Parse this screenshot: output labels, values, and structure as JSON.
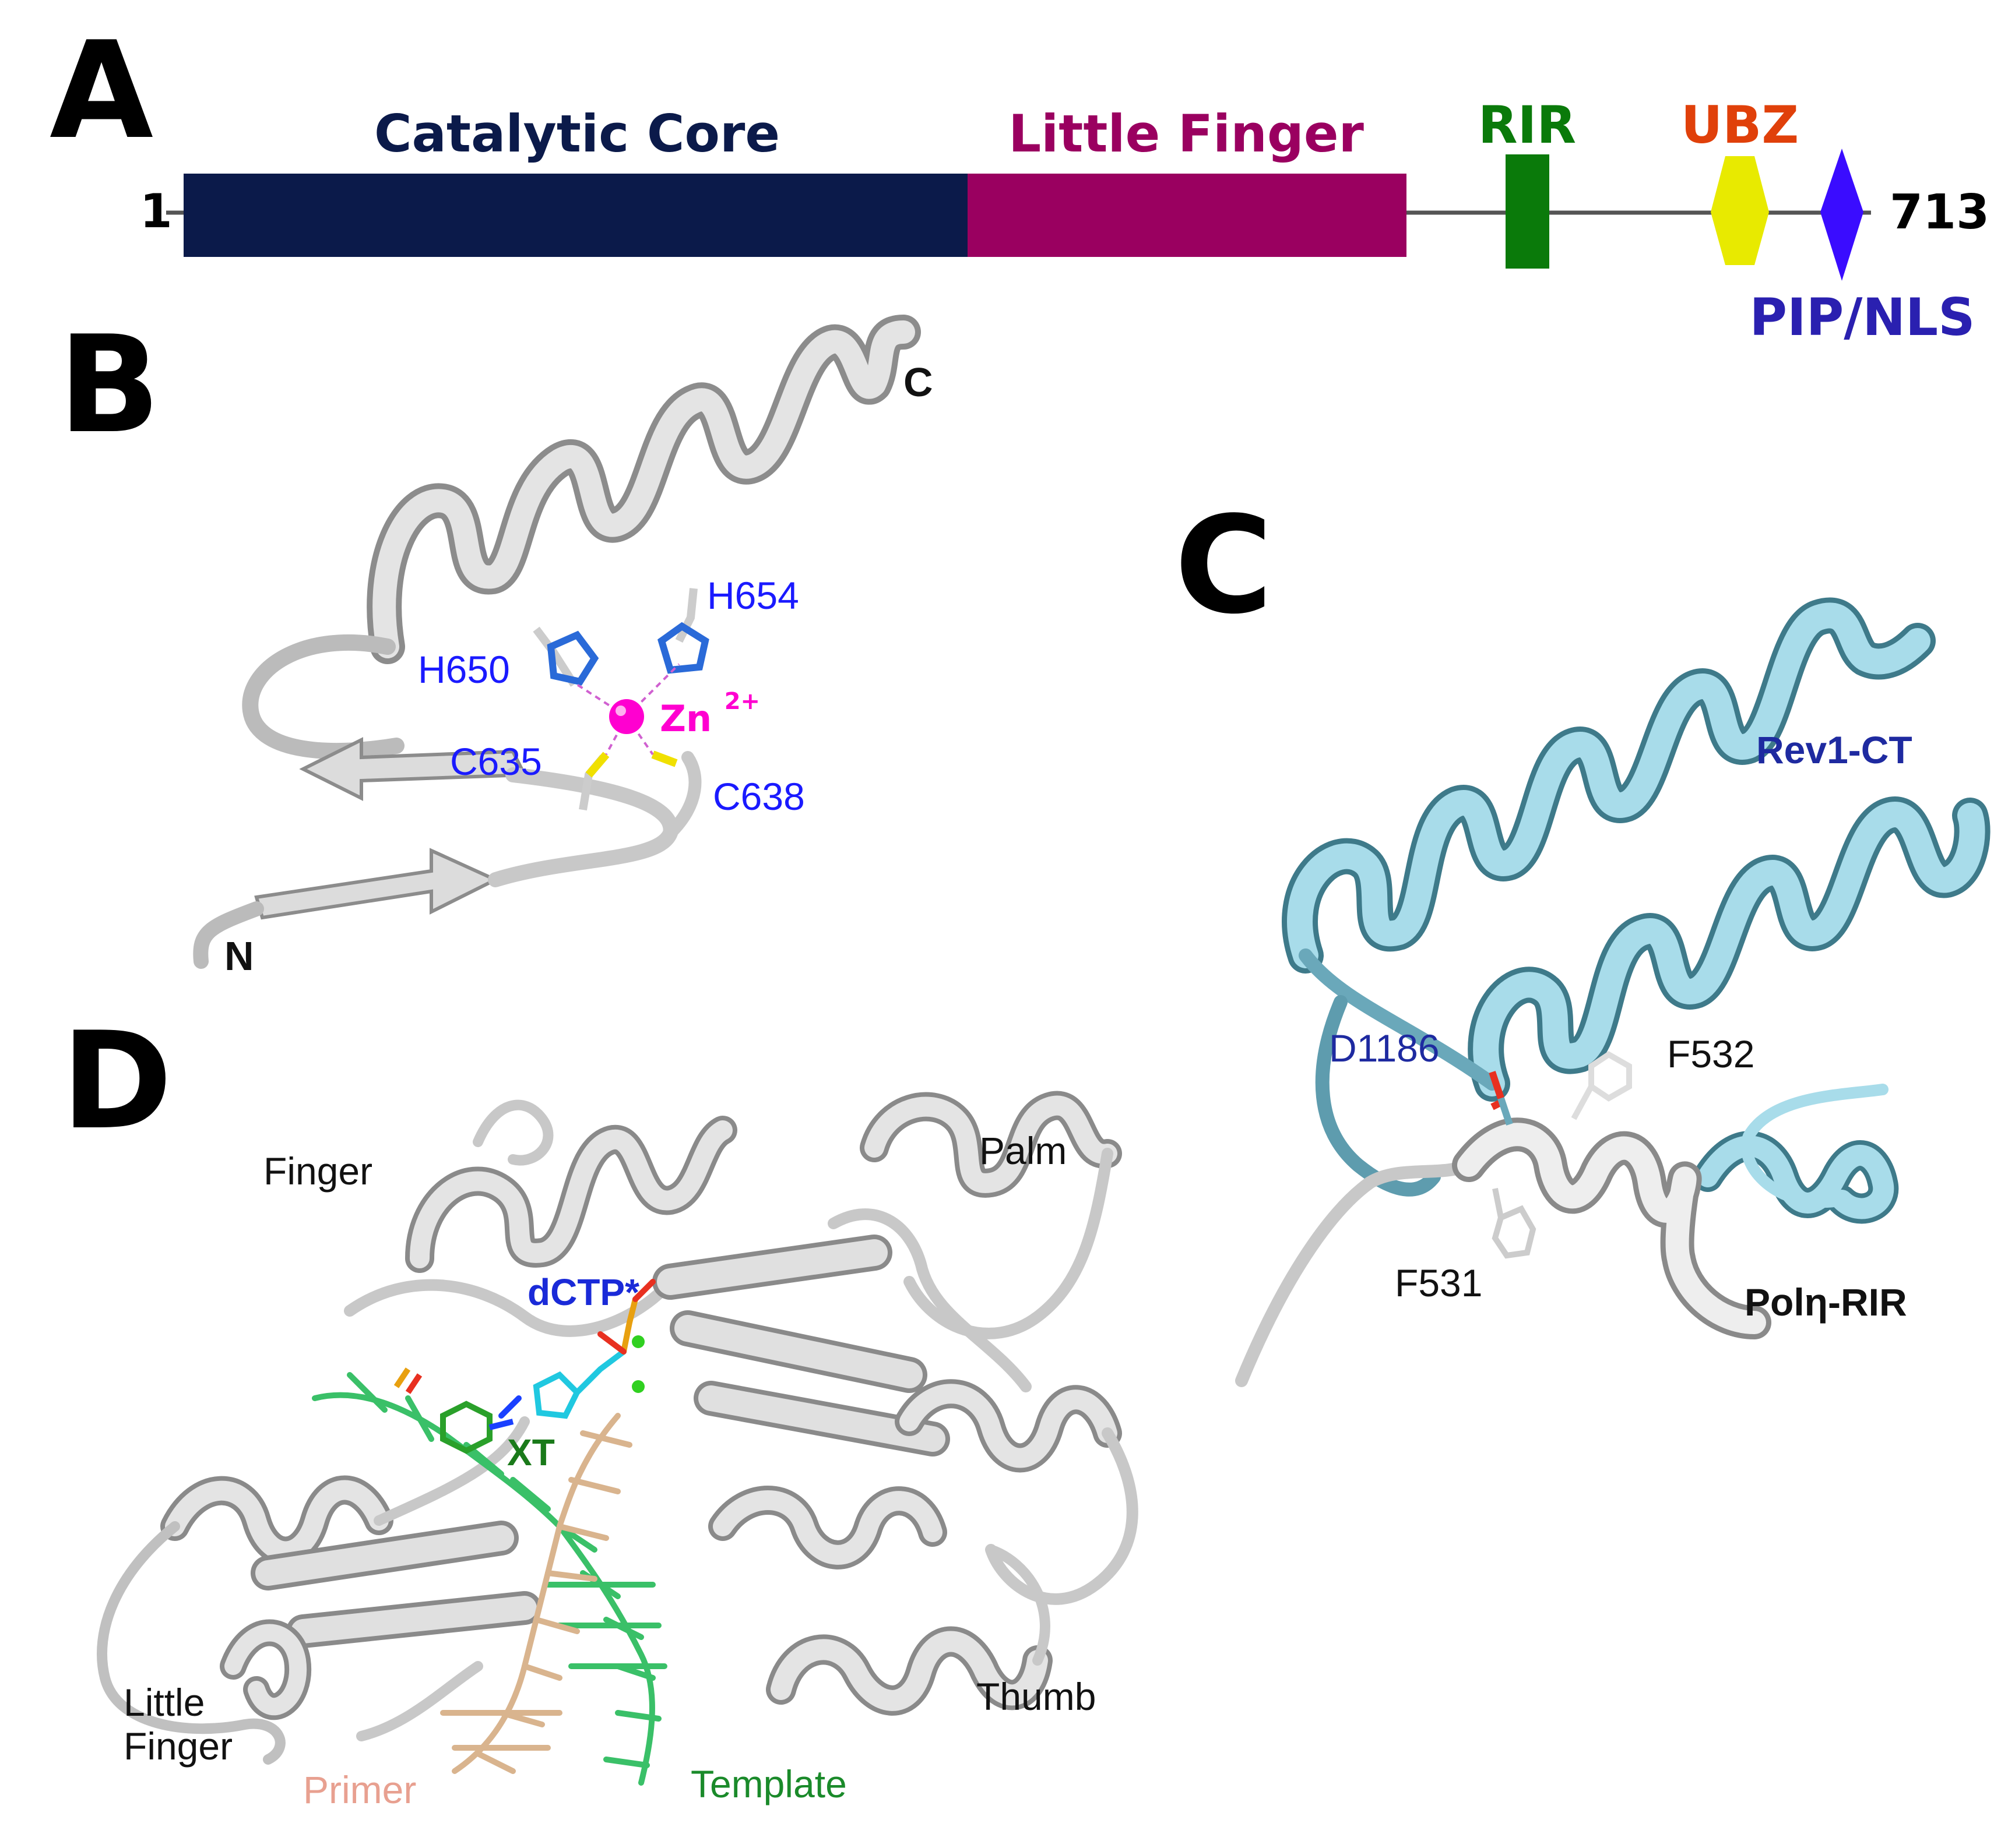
{
  "colors": {
    "catalytic_core": "#0b1a4a",
    "little_finger": "#9a0060",
    "rir": "#0a7a0a",
    "ubz": "#e8ea00",
    "pip_nls": "#3a0cff",
    "ubz_text": "#e0400a",
    "residue_blue": "#1a1aff",
    "zinc": "#ff00d0",
    "rev1": "#a8dcea",
    "primer": "#e0b896",
    "template": "#3ac068"
  },
  "panel_a": {
    "letter": "A",
    "start": "1",
    "end": "713",
    "domains": [
      {
        "name": "Catalytic Core"
      },
      {
        "name": "Little Finger"
      }
    ],
    "motifs": {
      "rir": "RIR",
      "ubz": "UBZ",
      "pip_nls": "PIP/NLS"
    }
  },
  "panel_b": {
    "letter": "B",
    "n_term": "N",
    "c_term": "C",
    "residues": [
      "H654",
      "H650",
      "C635",
      "C638"
    ],
    "zinc_base": "Zn",
    "zinc_charge": "2+"
  },
  "panel_c": {
    "letter": "C",
    "rev1": "Rev1-CT",
    "d1186": "D1186",
    "f532": "F532",
    "f531": "F531",
    "pol_rir": "Polη-RIR"
  },
  "panel_d": {
    "letter": "D",
    "finger": "Finger",
    "palm": "Palm",
    "dctp": "dCTP*",
    "xt": "XT",
    "little_finger_line1": "Little",
    "little_finger_line2": "Finger",
    "thumb": "Thumb",
    "primer": "Primer",
    "template": "Template"
  }
}
